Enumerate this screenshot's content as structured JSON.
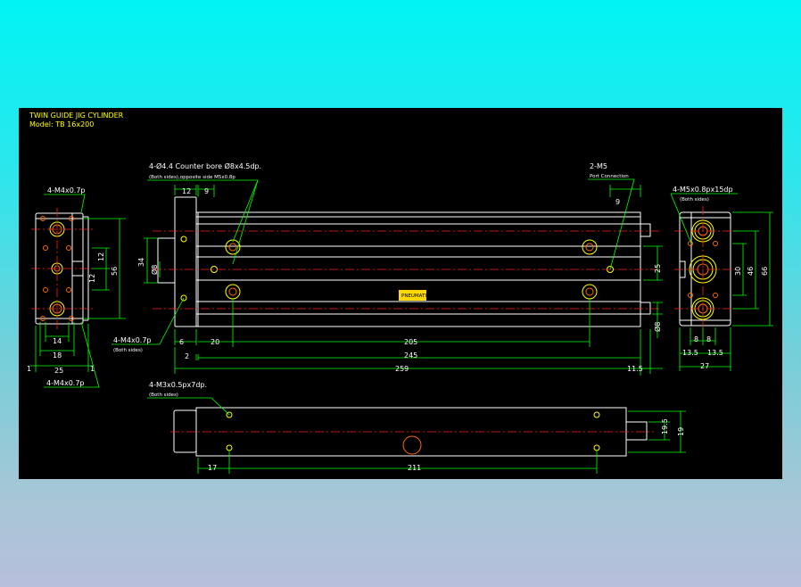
{
  "title": {
    "line1": "TWIN GUIDE JIG CYLINDER",
    "line2": "Model:  TB  16x200"
  },
  "callouts": {
    "counter_bore_1": "4-Ø4.4  Counter bore  Ø8x4.5dp.",
    "counter_bore_2": "(Both sides),opposite side  M5x0.8p",
    "port_1": "2-M5",
    "port_2": "Port Connection",
    "right_thread_1": "4-M5x0.8px15dp",
    "right_thread_2": "(Both sides)",
    "left_top": "4-M4x0.7p",
    "left_bottom": "4-M4x0.7p",
    "side_thread_1": "4-M4x0.7p",
    "side_thread_2": "(Both sides)",
    "bottom_thread_1": "4-M3x0.5px7dp.",
    "bottom_thread_2": "(Both sides)",
    "nameplate": "PNEUMATIC"
  },
  "dimensions": {
    "left_view": {
      "d14": "14",
      "d18": "18",
      "d25": "25",
      "d1a": "1",
      "d1b": "1",
      "d12a": "12",
      "d12b": "12",
      "d56": "56"
    },
    "main_view": {
      "d12": "12",
      "d9a": "9",
      "d9b": "9",
      "d34": "34",
      "d8": "Ø8",
      "d6": "6",
      "d20": "20",
      "d205": "205",
      "d2": "2",
      "d245": "245",
      "d259": "259",
      "d11_5": "11.5",
      "d25": "25",
      "dphi8": "Ø8"
    },
    "right_view": {
      "d8a": "8",
      "d8b": "8",
      "d13_5a": "13.5",
      "d13_5b": "13.5",
      "d27": "27",
      "d30": "30",
      "d46": "46",
      "d66": "66"
    },
    "bottom_view": {
      "d17": "17",
      "d211": "211",
      "d19_5": "19.5",
      "d19": "19"
    }
  },
  "colors": {
    "canvas": "#000000",
    "outline": "#ffffff",
    "dimension": "#00ff00",
    "centerline": "#ff2020",
    "hole": "#ffff00",
    "hole_inner": "#ff6a00",
    "title": "#ffff00"
  }
}
